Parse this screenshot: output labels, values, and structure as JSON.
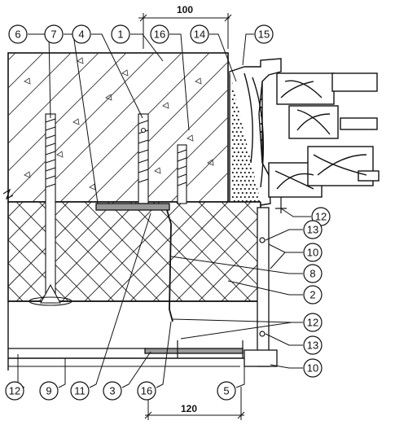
{
  "dimensions": {
    "top": "100",
    "bottom": "120"
  },
  "callouts": [
    "6",
    "7",
    "4",
    "1",
    "16",
    "14",
    "15",
    "12",
    "13",
    "10",
    "8",
    "2",
    "12",
    "13",
    "10",
    "12",
    "9",
    "11",
    "3",
    "16",
    "5"
  ],
  "colors": {
    "ink": "#111111",
    "paper": "#ffffff",
    "hatch": "#222222"
  }
}
